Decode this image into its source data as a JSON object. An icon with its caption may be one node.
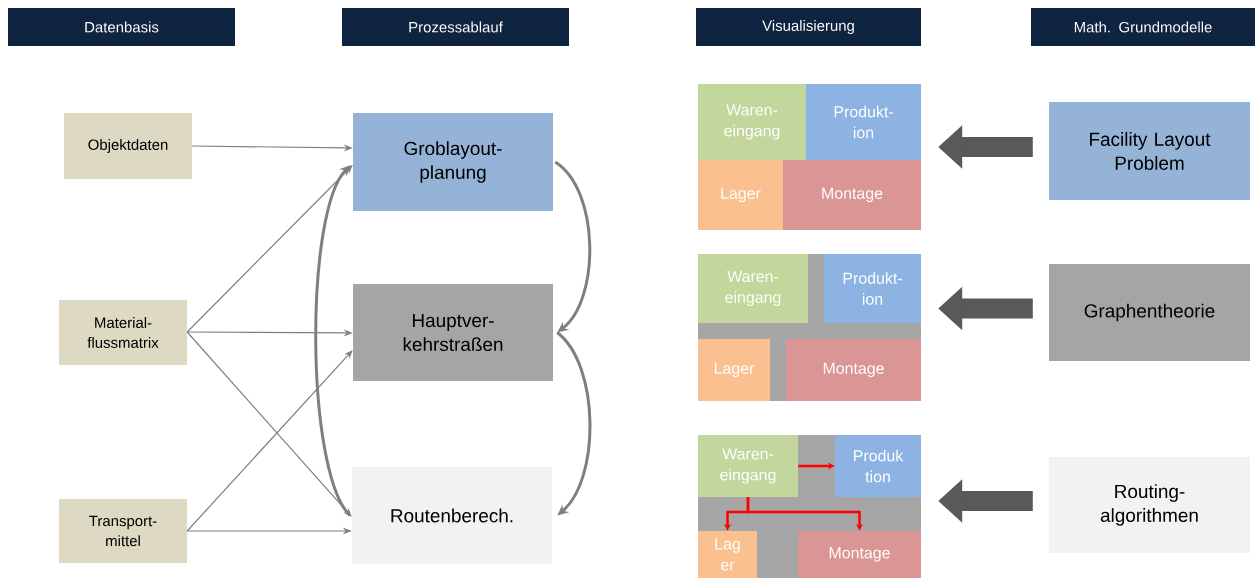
{
  "diagram": {
    "nodes": [
      {
        "text": [
          "Datenbasis"
        ]
      },
      {
        "text": [
          "Prozessablauf"
        ]
      },
      {
        "text": [
          "Visualisierung"
        ]
      },
      {
        "text": [
          "Math. Grundmodelle"
        ]
      },
      {
        "text": [
          "Objektdaten"
        ]
      },
      {
        "text": [
          "Material- flussmatrix"
        ]
      },
      {
        "text": [
          "Transport- mittel"
        ]
      },
      {
        "text": [
          "Groblayout- planung"
        ]
      },
      {
        "text": [
          "Hauptver- kehrstraßen"
        ]
      },
      {
        "text": [
          "Routenberech."
        ]
      },
      {
        "text": [
          "Waren- eingang"
        ]
      },
      {
        "text": [
          "Produkt- ion"
        ]
      },
      {
        "text": [
          "Lager"
        ]
      },
      {
        "text": [
          "Montage"
        ]
      },
      {
        "text": [],
        "shape": "box"
      },
      {
        "text": [
          "Waren- eingang"
        ],
        "in": 14
      },
      {
        "text": [
          "Produkt- ion"
        ],
        "in": 14
      },
      {
        "text": [
          "Lager"
        ],
        "in": 14
      },
      {
        "text": [
          "Montage"
        ],
        "in": 14
      },
      {
        "text": [],
        "shape": "box"
      },
      {
        "text": [
          "Waren- eingang"
        ],
        "in": 19
      },
      {
        "text": [
          "Produk tion"
        ],
        "in": 19
      },
      {
        "text": [
          "Lag er"
        ],
        "in": 19
      },
      {
        "text": [
          "Montage"
        ],
        "in": 19
      },
      {
        "text": [
          "Facility Layout Problem"
        ]
      },
      {
        "text": [
          "Graphentheorie"
        ]
      },
      {
        "text": [
          "Routing- algorithmen"
        ]
      }
    ],
    "edges": [
      {
        "from": 4,
        "to": 7,
        "arrow": "to"
      },
      {
        "from": 5,
        "to": 7,
        "arrow": "to"
      },
      {
        "from": 5,
        "to": 8,
        "arrow": "to"
      },
      {
        "from": 5,
        "to": 9,
        "arrow": "to"
      },
      {
        "from": 6,
        "to": 8,
        "arrow": "to"
      },
      {
        "from": 6,
        "to": 9,
        "arrow": "to"
      },
      {
        "from": 7,
        "to": 8,
        "arrow": "to"
      },
      {
        "from": 8,
        "to": 9,
        "arrow": "to"
      },
      {
        "from": 9,
        "to": 7,
        "arrow": "to"
      },
      {
        "from": 24,
        "to": 11,
        "arrow": "to",
        "style": "thick",
        "color": "#595959"
      },
      {
        "from": 25,
        "to": 14,
        "arrow": "to",
        "style": "thick",
        "color": "#595959"
      },
      {
        "from": 26,
        "to": 19,
        "arrow": "to",
        "style": "thick",
        "color": "#595959"
      },
      {
        "from": 20,
        "to": 21,
        "arrow": "to",
        "color": "#ff0000"
      },
      {
        "from": 20,
        "to": 22,
        "arrow": "to",
        "color": "#ff0000"
      },
      {
        "from": 20,
        "to": 23,
        "arrow": "to",
        "color": "#ff0000"
      }
    ]
  }
}
